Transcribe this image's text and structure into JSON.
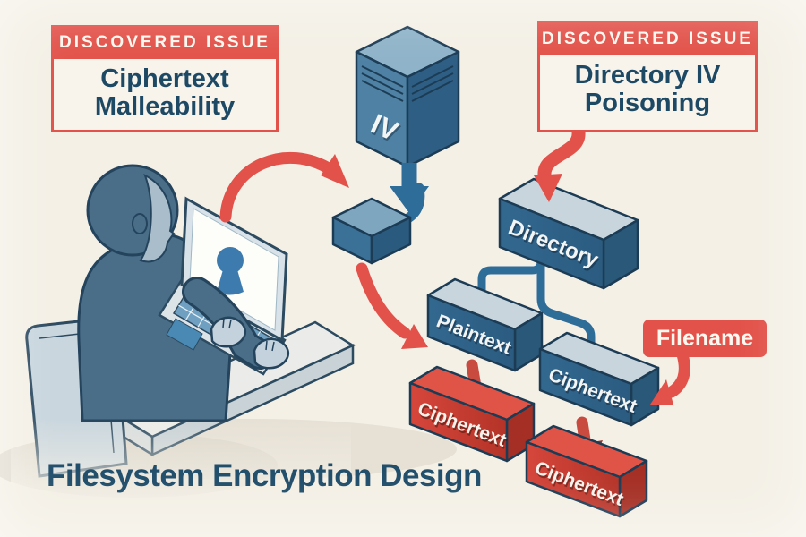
{
  "title": "Filesystem Encryption Design",
  "callouts": {
    "left": {
      "header": "DISCOVERED ISSUE",
      "body": "Ciphertext Malleability"
    },
    "right": {
      "header": "DISCOVERED ISSUE",
      "body": "Directory IV Poisoning"
    }
  },
  "filename_tag": {
    "label": "Filename"
  },
  "nodes": {
    "iv_server": {
      "label": "IV"
    },
    "directory": {
      "label": "Directory"
    },
    "plaintext": {
      "label": "Plaintext"
    },
    "file_ciphertext": {
      "label": "Ciphertext"
    },
    "name_ciphertext": {
      "label": "Ciphertext"
    },
    "name_ciphertext_out": {
      "label": "Ciphertext"
    }
  },
  "icons": {
    "laptop_screen": "keyhole-icon"
  },
  "colors": {
    "background": "#F4F0E6",
    "alert_red": "#E2524A",
    "navy_text": "#1E4A66",
    "node_blue": "#33688F",
    "node_red": "#D6463B",
    "connector_blue": "#2F6D99",
    "person_blue": "#4A6E88"
  }
}
